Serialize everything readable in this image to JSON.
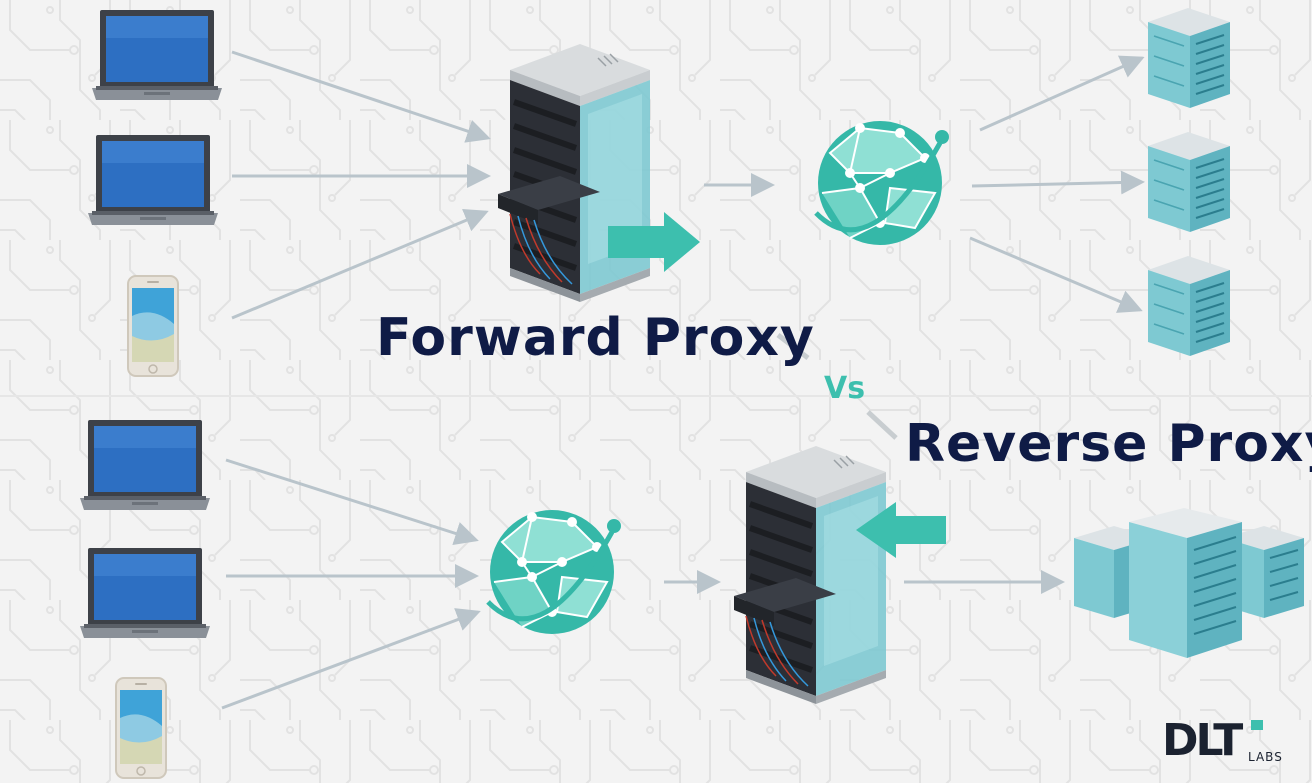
{
  "titles": {
    "forward": "Forward Proxy",
    "vs": "Vs",
    "reverse": "Reverse Proxy"
  },
  "logo": {
    "main": "DLT",
    "sub": "LABS"
  },
  "colors": {
    "background": "#f3f3f3",
    "circuit": "#e3e3e3",
    "arrow": "#b9c4cb",
    "title": "#0f1b46",
    "accent": "#3dbfae",
    "globe": "#35b8a8",
    "globe_light": "#8fe0d4",
    "server_glass": "#7ec9d2",
    "server_dark": "#2c2f36",
    "laptop_screen": "#2d6fc2",
    "laptop_body": "#3d4148",
    "logo": "#1b2230"
  },
  "diagram": {
    "forward_proxy": {
      "clients": [
        "laptop",
        "laptop",
        "smartphone"
      ],
      "proxy": "server-rack",
      "network": "globe",
      "destinations": [
        "server",
        "server",
        "server"
      ]
    },
    "reverse_proxy": {
      "clients": [
        "laptop",
        "laptop",
        "smartphone"
      ],
      "network": "globe",
      "proxy": "server-rack",
      "destinations": [
        "server-cluster"
      ]
    }
  }
}
